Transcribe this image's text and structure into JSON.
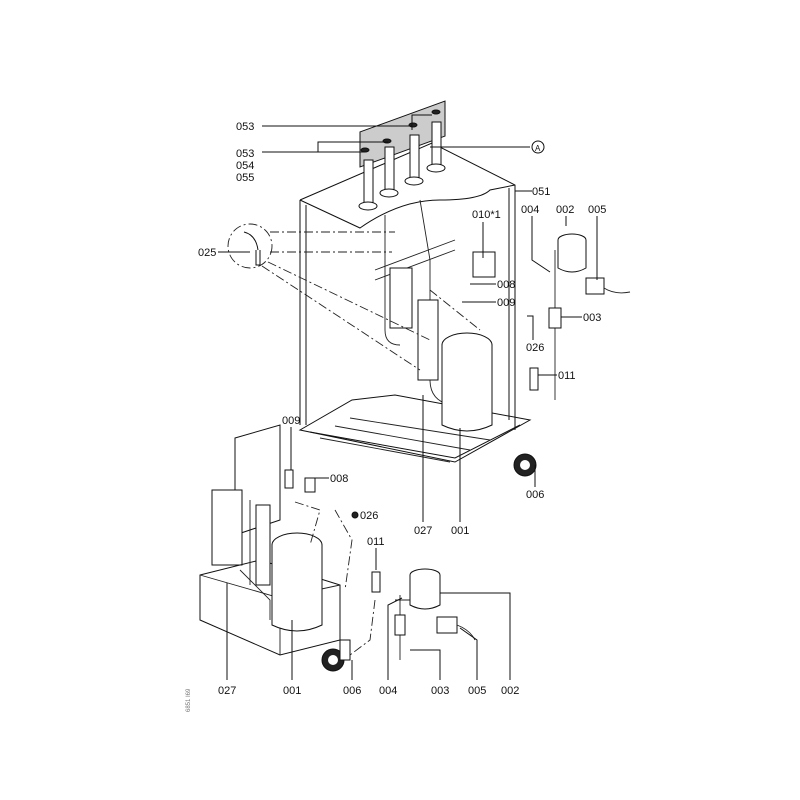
{
  "title": "Exploded parts diagram - heat pump refrigeration circuit",
  "callouts": {
    "p053a": "053",
    "p053b": "053",
    "p054": "054",
    "p055": "055",
    "pA": "A",
    "p051": "051",
    "p010": "010*1",
    "p004a": "004",
    "p002a": "002",
    "p005a": "005",
    "p025": "025",
    "p008a": "008",
    "p009a": "009",
    "p003a": "003",
    "p026a": "026",
    "p011a": "011",
    "p006a": "006",
    "p027a": "027",
    "p001a": "001",
    "p009b": "009",
    "p008b": "008",
    "p026b": "026",
    "p011b": "011",
    "p027b": "027",
    "p001b": "001",
    "p006b": "006",
    "p004b": "004",
    "p003b": "003",
    "p005b": "005",
    "p002b": "002"
  },
  "drawing_number": "6851 I69"
}
